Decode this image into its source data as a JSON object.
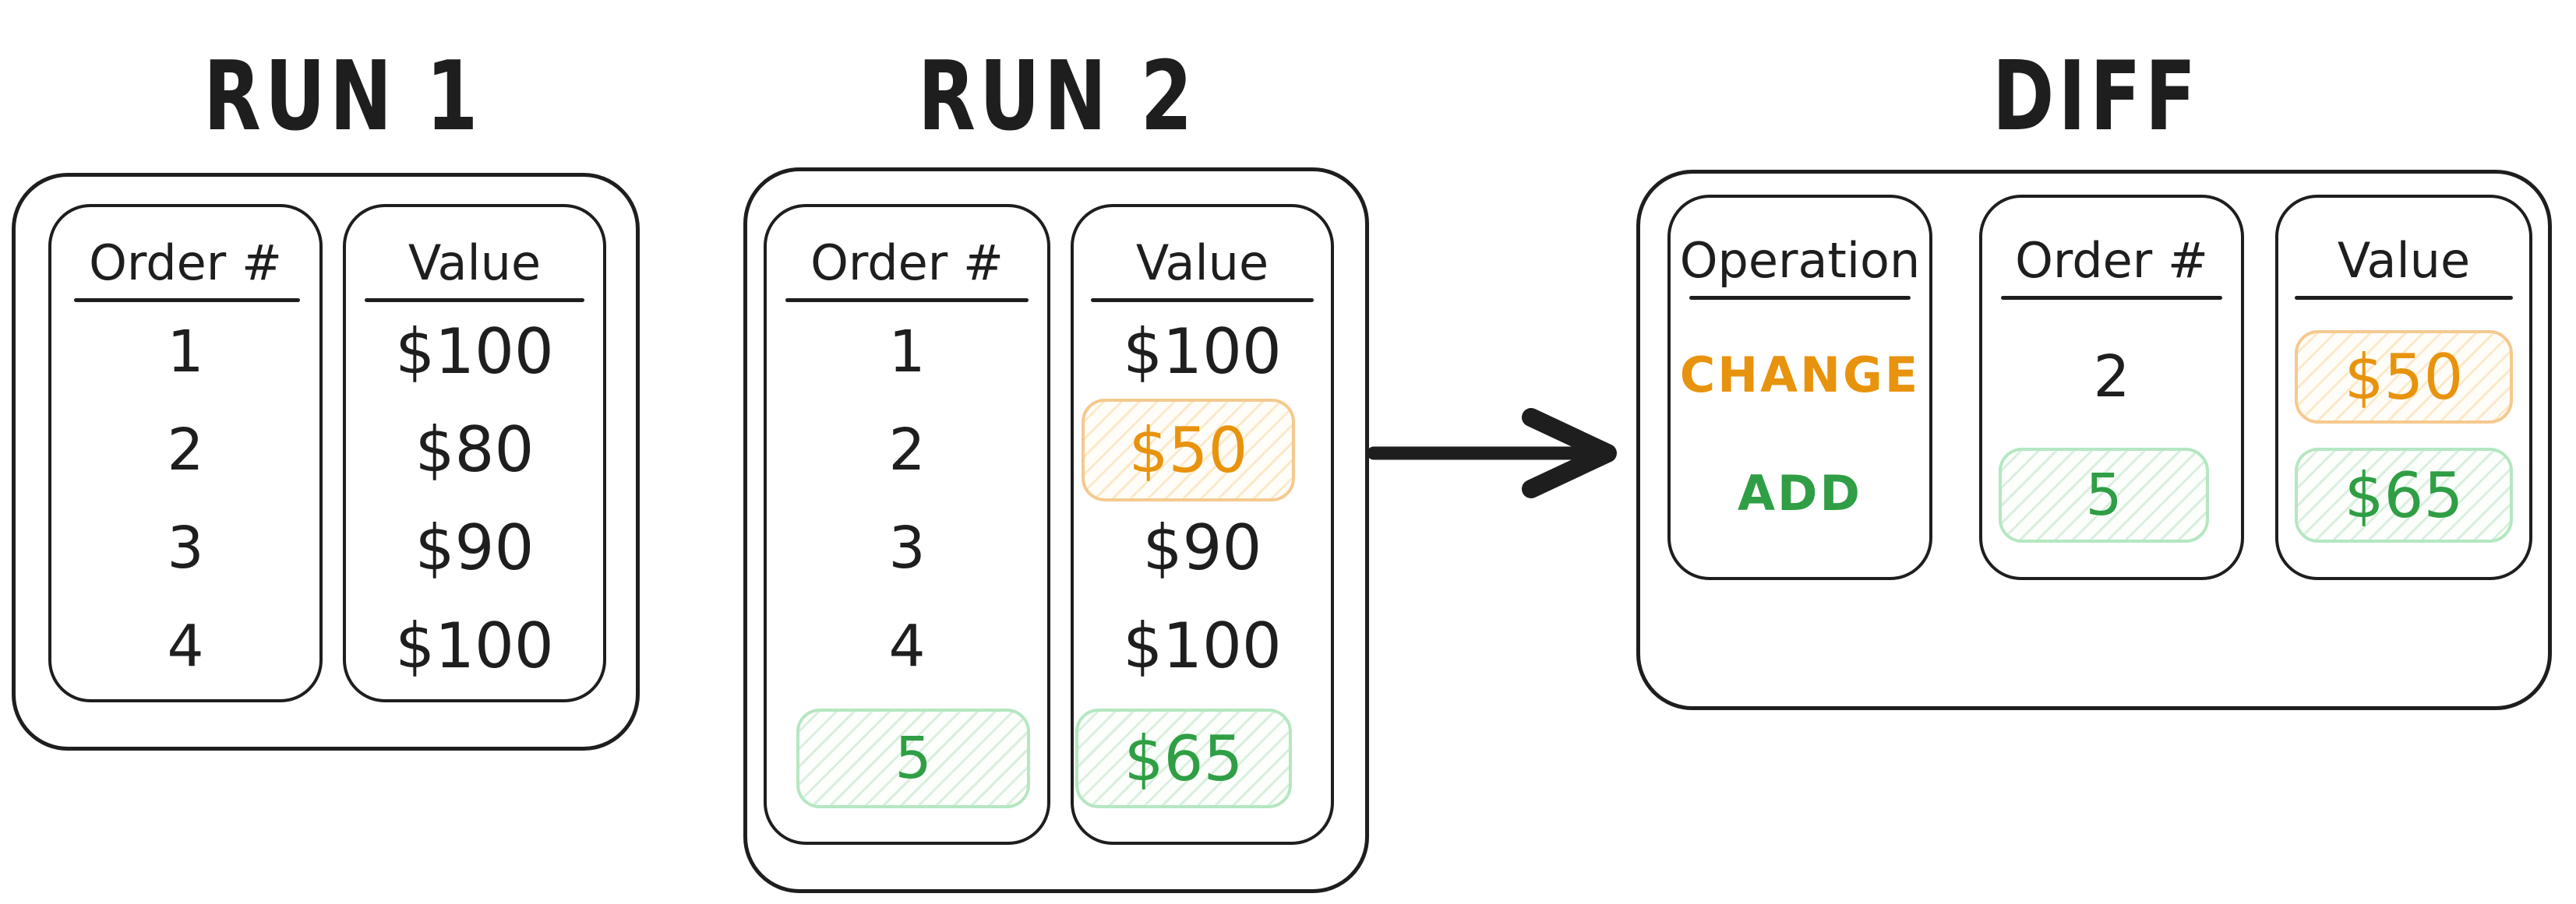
{
  "titles": {
    "run1": "RUN 1",
    "run2": "RUN 2",
    "diff": "DIFF"
  },
  "run1": {
    "headers": [
      "Order #",
      "Value"
    ],
    "orders": [
      "1",
      "2",
      "3",
      "4"
    ],
    "values": [
      "$100",
      "$80",
      "$90",
      "$100"
    ]
  },
  "run2": {
    "headers": [
      "Order #",
      "Value"
    ],
    "orders": [
      "1",
      "2",
      "3",
      "4",
      "5"
    ],
    "values": [
      "$100",
      "$50",
      "$90",
      "$100",
      "$65"
    ],
    "highlights": {
      "changed_value": "$50",
      "added_order": "5",
      "added_value": "$65"
    }
  },
  "diff": {
    "headers": [
      "Operation",
      "Order #",
      "Value"
    ],
    "rows": [
      {
        "operation": "CHANGE",
        "order": "2",
        "value": "$50"
      },
      {
        "operation": "ADD",
        "order": "5",
        "value": "$65"
      }
    ]
  },
  "colors": {
    "ink": "#1e1e1e",
    "orange": "#e8930d",
    "orange_cell_border": "#f5c98f",
    "green": "#2f9e44",
    "green_cell_border": "#b5e7c1"
  }
}
